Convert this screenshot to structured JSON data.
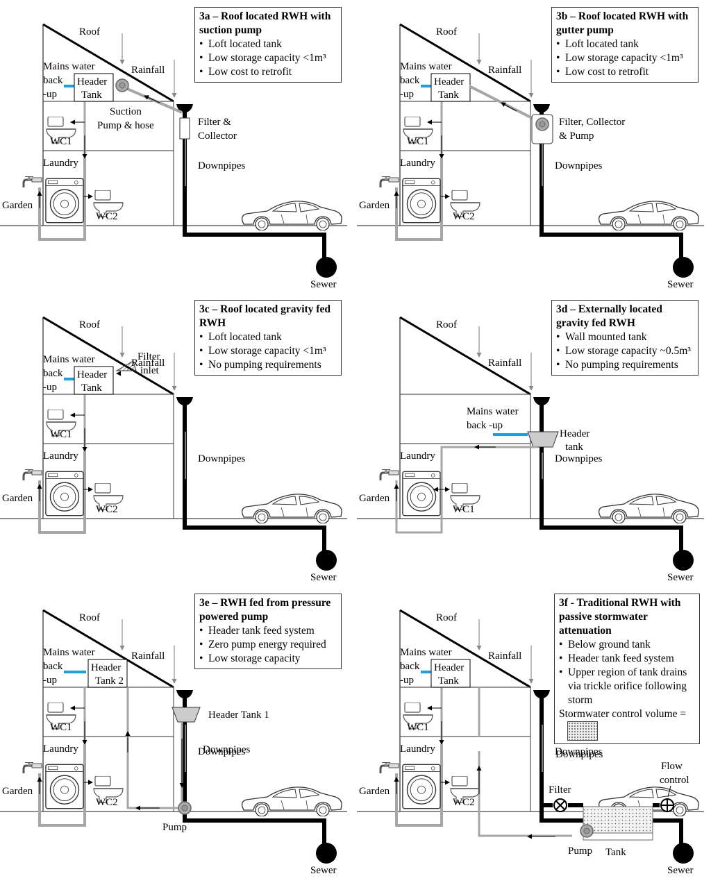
{
  "panels": [
    {
      "id": "3a",
      "title": "3a – Roof located RWH with suction pump",
      "bullets": [
        "Loft located tank",
        "Low storage capacity <1m³",
        "Low cost to retrofit"
      ],
      "extra": "",
      "labels": {
        "roof": "Roof",
        "rainfall": "Rainfall",
        "mains_1": "Mains water",
        "mains_2": "back",
        "mains_3": "-up",
        "tank_1": "Header",
        "tank_2": "Tank",
        "pump_1": "Suction",
        "pump_2": "Pump & hose",
        "filter_1": "Filter &",
        "filter_2": "Collector",
        "downpipes": "Downpipes",
        "wc1": "WC1",
        "laundry": "Laundry",
        "garden": "Garden",
        "wc2": "WC2",
        "sewer": "Sewer"
      }
    },
    {
      "id": "3b",
      "title": "3b – Roof located RWH with gutter pump",
      "bullets": [
        "Loft located tank",
        "Low storage capacity <1m³",
        "Low cost to retrofit"
      ],
      "extra": "",
      "labels": {
        "roof": "Roof",
        "rainfall": "Rainfall",
        "mains_1": "Mains water",
        "mains_2": "back",
        "mains_3": "-up",
        "tank_1": "Header",
        "tank_2": "Tank",
        "filter_1": "Filter, Collector",
        "filter_2": "& Pump",
        "downpipes": "Downpipes",
        "wc1": "WC1",
        "laundry": "Laundry",
        "garden": "Garden",
        "wc2": "WC2",
        "sewer": "Sewer"
      }
    },
    {
      "id": "3c",
      "title": "3c – Roof located gravity fed RWH",
      "bullets": [
        "Loft located tank",
        "Low storage capacity <1m³",
        "No pumping requirements"
      ],
      "extra": "",
      "labels": {
        "roof": "Roof",
        "rainfall": "Rainfall",
        "filter_1": "Filter",
        "filter_2": "inlet",
        "mains_1": "Mains water",
        "mains_2": "back",
        "mains_3": "-up",
        "tank_1": "Header",
        "tank_2": "Tank",
        "downpipes": "Downpipes",
        "wc1": "WC1",
        "laundry": "Laundry",
        "garden": "Garden",
        "wc2": "WC2",
        "sewer": "Sewer"
      }
    },
    {
      "id": "3d",
      "title": "3d – Externally located gravity fed RWH",
      "bullets": [
        "Wall mounted tank",
        "Low storage capacity ~0.5m³",
        "No pumping requirements"
      ],
      "extra": "",
      "labels": {
        "roof": "Roof",
        "rainfall": "Rainfall",
        "mains_1": "Mains water",
        "mains_2": "back -up",
        "tank_1": "Header",
        "tank_2": "tank",
        "downpipes": "Downpipes",
        "laundry": "Laundry",
        "garden": "Garden",
        "wc1": "WC1",
        "sewer": "Sewer"
      }
    },
    {
      "id": "3e",
      "title": "3e – RWH fed from pressure powered pump",
      "bullets": [
        "Header tank feed system",
        "Zero pump energy required",
        "Low storage capacity"
      ],
      "extra": "",
      "labels": {
        "roof": "Roof",
        "rainfall": "Rainfall",
        "mains_1": "Mains water",
        "mains_2": "back",
        "mains_3": "-up",
        "tank_1": "Header",
        "tank_2": "Tank 2",
        "tank1": "Header Tank 1",
        "downpipes": "Downpipes",
        "wc1": "WC1",
        "laundry": "Laundry",
        "garden": "Garden",
        "wc2": "WC2",
        "pump": "Pump",
        "sewer": "Sewer"
      }
    },
    {
      "id": "3f",
      "title": "3f - Traditional RWH with passive stormwater attenuation",
      "bullets": [
        "Below ground tank",
        "Header tank feed system",
        "Upper region of tank drains via trickle orifice following storm"
      ],
      "extra": "Stormwater control volume =",
      "labels": {
        "roof": "Roof",
        "rainfall": "Rainfall",
        "mains_1": "Mains water",
        "mains_2": "back",
        "mains_3": "-up",
        "tank_1": "Header",
        "tank_2": "Tank",
        "downpipes": "Downpipes",
        "wc1": "WC1",
        "laundry": "Laundry",
        "garden": "Garden",
        "wc2": "WC2",
        "flow_1": "Flow",
        "flow_2": "control",
        "filter": "Filter",
        "pump": "Pump",
        "tank": "Tank",
        "sewer": "Sewer"
      }
    }
  ],
  "colors": {
    "line": "#000000",
    "grey_pipe": "#a6a6a6",
    "mains_blue": "#1ea0e0",
    "structure": "#555555"
  },
  "icons": [
    "washing-machine-icon",
    "toilet-icon",
    "tap-icon",
    "car-icon",
    "sewer-icon",
    "gutter-funnel-icon",
    "pump-icon",
    "valve-icon"
  ]
}
